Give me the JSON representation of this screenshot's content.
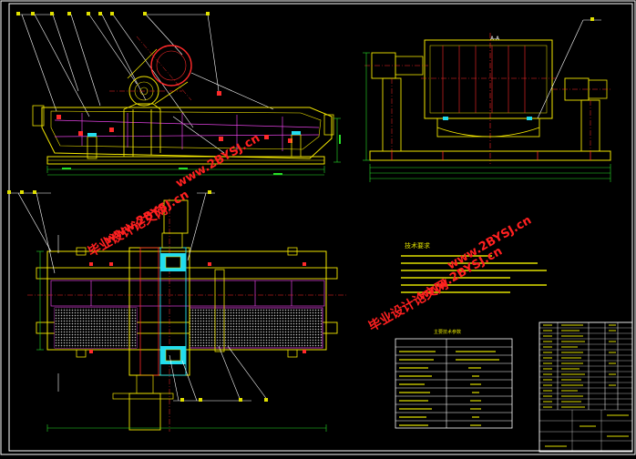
{
  "watermarks": {
    "cn_text": "毕业设计论文网",
    "url_text": "www.2BYSJ.cn",
    "color": "#ff2020"
  },
  "views": {
    "section_label": "A-A"
  },
  "tech_requirements": {
    "title": "技术要求"
  },
  "params_table": {
    "title": "主要技术参数"
  },
  "colors": {
    "frame": "#ffffff",
    "outline_yellow": "#f2e600",
    "center_red": "#ff2a2a",
    "dimension_green": "#28e028",
    "part_magenta": "#e040e0",
    "highlight_cyan": "#22ddee",
    "label_yellow": "#e0e000"
  }
}
